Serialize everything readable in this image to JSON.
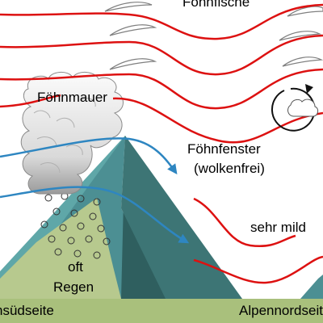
{
  "labels": {
    "foehnfische": "Föhnfische",
    "foehnmauer": "Föhnmauer",
    "foehnfenster_line1": "Föhnfenster",
    "foehnfenster_line2": "(wolkenfrei)",
    "sehr_mild": "sehr mild",
    "oft": "oft",
    "regen": "Regen",
    "suedseite": "Alpensüdseite",
    "nordseite": "Alpennordseite"
  },
  "colors": {
    "warm_airflow": "#dd1111",
    "cool_airflow": "#2e86c1",
    "ground": "#a9c07c",
    "mountain_front": "#4c8f93",
    "mountain_left_slope": "#5fa7a8",
    "mountain_lee_face": "#2f5f5f",
    "rain_area": "#b7c98e"
  },
  "icons": [
    "lens-cloud-icon",
    "rotor-circulation-icon",
    "rain-drop-icon"
  ]
}
